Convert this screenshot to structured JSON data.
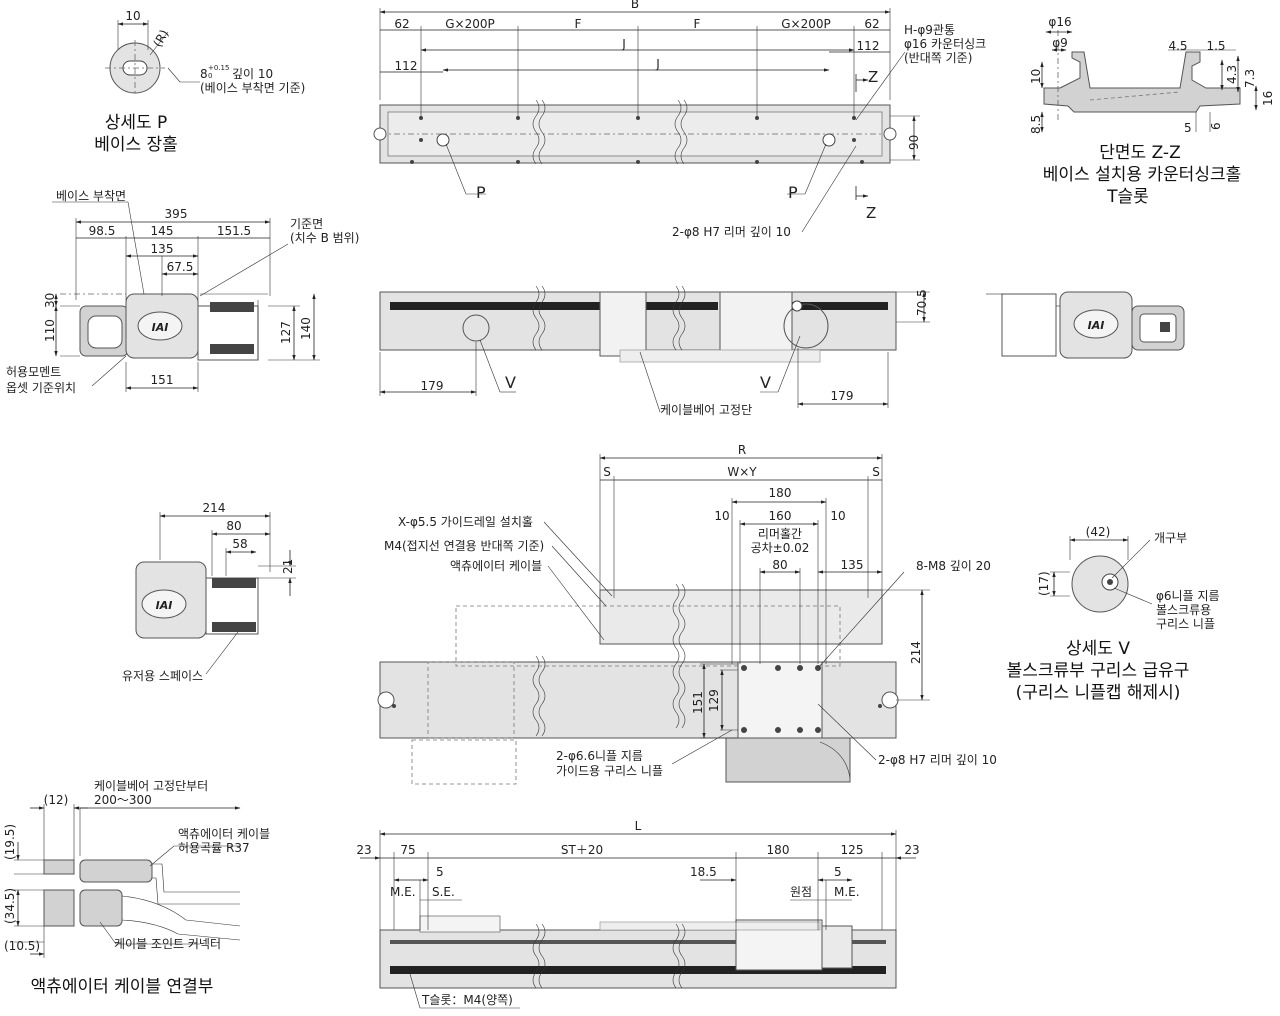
{
  "views": {
    "detail_p": {
      "caption_line1": "상세도 P",
      "caption_line2": "베이스 장홀",
      "dim_width": "10",
      "dim_radius": "(R)",
      "depth_main": "8",
      "depth_tol_upper": "+0.15",
      "depth_tol_lower": "0",
      "depth_note": "깊이 10",
      "depth_ref": "(베이스 부착면 기준)"
    },
    "top_view": {
      "dim_B": "B",
      "dim_62_left": "62",
      "dim_gp_left": "G×200P",
      "dim_F_left": "F",
      "dim_F_right": "F",
      "dim_gp_right": "G×200P",
      "dim_62_right": "62",
      "dim_J_upper": "J",
      "dim_J_lower": "J",
      "dim_112_left": "112",
      "dim_112_right": "112",
      "dim_90": "90",
      "hole_note_1": "H-φ9관통",
      "hole_note_2": "φ16 카운터싱크",
      "hole_note_3": "(반대쪽 기준)",
      "section_mark_top": "Z",
      "section_mark_bottom": "Z",
      "detail_p_left": "P",
      "detail_p_right": "P",
      "reamer_note": "2-φ8 H7 리머 깊이 10"
    },
    "section_zz": {
      "caption_line1": "단면도 Z-Z",
      "caption_line2": "베이스 설치용 카운터싱크홀",
      "caption_line3": "T슬롯",
      "dim_phi16": "φ16",
      "dim_phi9": "φ9",
      "dim_10": "10",
      "dim_8_5": "8.5",
      "dim_4_5": "4.5",
      "dim_1_5": "1.5",
      "dim_4_3": "4.3",
      "dim_7_3": "7.3",
      "dim_16": "16",
      "dim_5": "5",
      "dim_6": "6"
    },
    "end_view": {
      "label_mount_face": "베이스 부착면",
      "label_ref_face_1": "기준면",
      "label_ref_face_2": "(치수 B 범위)",
      "label_moment_1": "허용모멘트",
      "label_moment_2": "옵셋 기준위치",
      "dim_395": "395",
      "dim_98_5": "98.5",
      "dim_145": "145",
      "dim_151_5": "151.5",
      "dim_135": "135",
      "dim_67_5": "67.5",
      "dim_30": "30",
      "dim_110": "110",
      "dim_127": "127",
      "dim_140": "140",
      "dim_151": "151",
      "logo": "IAI"
    },
    "side_view": {
      "dim_70_5": "70.5",
      "dim_179_left": "179",
      "dim_179_right": "179",
      "detail_v_left": "V",
      "detail_v_right": "V",
      "cable_fix_label": "케이블베어 고정단"
    },
    "user_space_view": {
      "dim_214": "214",
      "dim_80": "80",
      "dim_58": "58",
      "dim_21": "21",
      "label_user_space": "유저용 스페이스"
    },
    "slider_top_view": {
      "dim_R": "R",
      "dim_S_left": "S",
      "dim_WY": "W×Y",
      "dim_S_right": "S",
      "dim_180": "180",
      "dim_10_left": "10",
      "dim_160": "160",
      "dim_10_right": "10",
      "reamer_pitch_1": "리머홀간",
      "reamer_pitch_2": "공차±0.02",
      "dim_80": "80",
      "dim_135": "135",
      "dim_214": "214",
      "dim_151": "151",
      "dim_129": "129",
      "note_guide_holes": "X-φ5.5  가이드레일 설치홀",
      "note_m4": "M4(접지선 연결용 반대쪽 기준)",
      "note_cable": "액츄에이터 케이블",
      "note_m8": "8-M8 깊이 20",
      "note_nipple_1": "2-φ6.6니플 지름",
      "note_nipple_2": "가이드용 구리스 니플",
      "note_reamer": "2-φ8 H7 리머 깊이 10"
    },
    "detail_v": {
      "caption_line1": "상세도 V",
      "caption_line2": "볼스크류부 구리스 급유구",
      "caption_line3": "(구리스 니플캡 해제시)",
      "dim_42": "(42)",
      "dim_17": "(17)",
      "label_opening": "개구부",
      "note_1": "φ6니플 지름",
      "note_2": "볼스크류용",
      "note_3": "구리스 니플"
    },
    "cable_view": {
      "caption": "액츄에이터 케이블 연결부",
      "note_fix_1": "케이블베어 고정단부터",
      "note_fix_2": "200～300",
      "note_cable_1": "액츄에이터 케이블",
      "note_cable_2": "허용곡률 R37",
      "note_joint": "케이블 조인트 커넥터",
      "dim_12": "(12)",
      "dim_19_5": "(19.5)",
      "dim_34_5": "(34.5)",
      "dim_10_5": "(10.5)"
    },
    "front_view": {
      "dim_L": "L",
      "dim_23_left": "23",
      "dim_75": "75",
      "dim_st": "ST＋20",
      "dim_180": "180",
      "dim_125": "125",
      "dim_23_right": "23",
      "dim_5_left": "5",
      "dim_18_5": "18.5",
      "dim_5_right": "5",
      "label_me_left": "M.E.",
      "label_se": "S.E.",
      "label_origin": "원점",
      "label_me_right": "M.E.",
      "label_tslot": "T슬롯：M4(양쪽)"
    }
  }
}
